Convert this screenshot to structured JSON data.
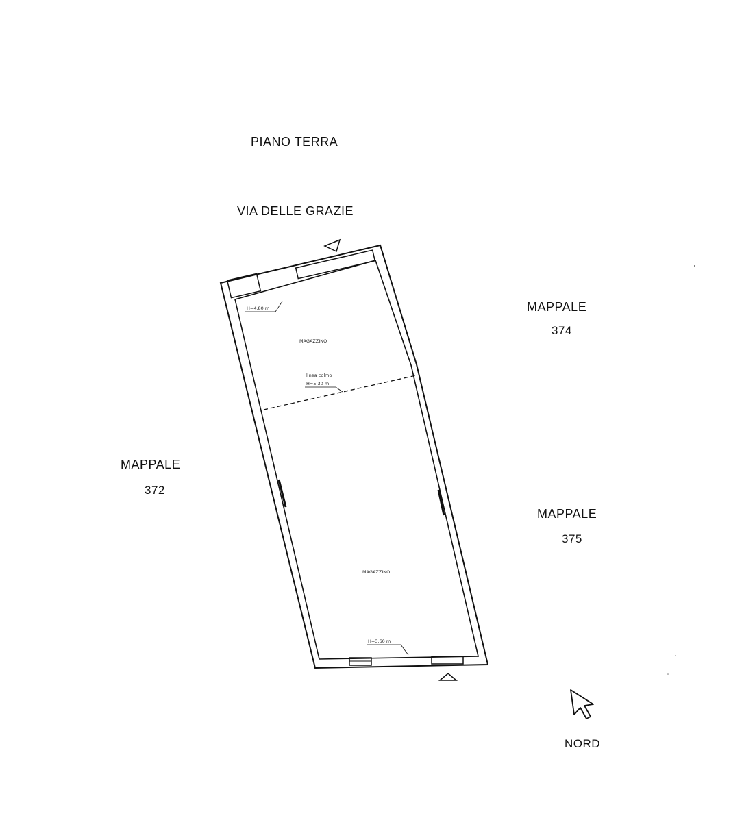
{
  "drawing": {
    "floor_title": "PIANO TERRA",
    "street": "VIA DELLE GRAZIE",
    "parcels": [
      {
        "name": "MAPPALE",
        "number": "374"
      },
      {
        "name": "MAPPALE",
        "number": "372"
      },
      {
        "name": "MAPPALE",
        "number": "375"
      }
    ],
    "rooms": [
      {
        "name": "MAGAZZINO"
      },
      {
        "name": "MAGAZZINO"
      }
    ],
    "heights": {
      "upper": "H=4.80 m",
      "roof_line_label": "linea colmo",
      "roof_line_height": "H=5.30 m",
      "lower": "H=3.60 m"
    },
    "north_label": "NORD",
    "north_icon": "north-arrow-icon",
    "entrance_icon": "entrance-triangle-icon"
  }
}
